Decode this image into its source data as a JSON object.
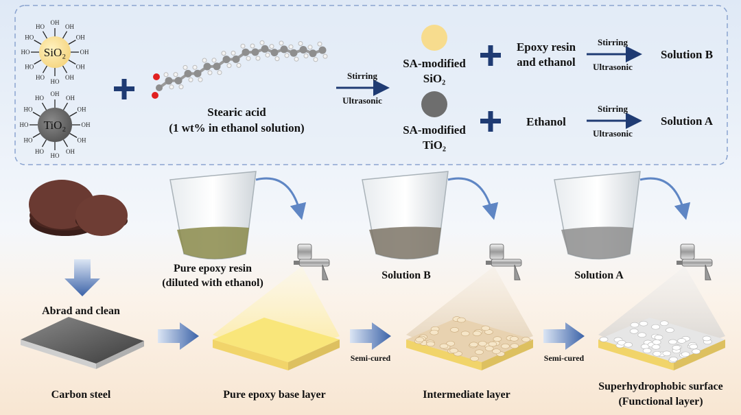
{
  "particles": {
    "sio2": "SiO₂",
    "tio2": "TiO₂",
    "hydroxyl_right": "OH",
    "hydroxyl_left": "HO"
  },
  "reagents": {
    "stearic_acid": "Stearic acid",
    "stearic_acid_note": "(1 wt% in ethanol solution)"
  },
  "process": {
    "stirring": "Stirring",
    "ultrasonic": "Ultrasonic",
    "semi_cured": "Semi-cured"
  },
  "modified": {
    "sio2_line1": "SA-modified",
    "sio2_line2": "SiO₂",
    "tio2_line1": "SA-modified",
    "tio2_line2": "TiO₂"
  },
  "additives": {
    "epoxy_line1": "Epoxy resin",
    "epoxy_line2": "and ethanol",
    "ethanol": "Ethanol"
  },
  "solutions": {
    "b": "Solution B",
    "a": "Solution A"
  },
  "steps": {
    "abrade": "Abrad and clean",
    "carbon_steel": "Carbon steel",
    "pure_epoxy_line1": "Pure epoxy resin",
    "pure_epoxy_line2": "(diluted with ethanol)",
    "base_layer": "Pure epoxy base layer",
    "intermediate_layer": "Intermediate layer",
    "super_line1": "Superhydrophobic surface",
    "super_line2": "(Functional layer)"
  },
  "colors": {
    "navy": "#1f3b73",
    "sio2": "#f7dc8e",
    "tio2": "#6b6b6b",
    "epoxy": "#f5e27a"
  }
}
